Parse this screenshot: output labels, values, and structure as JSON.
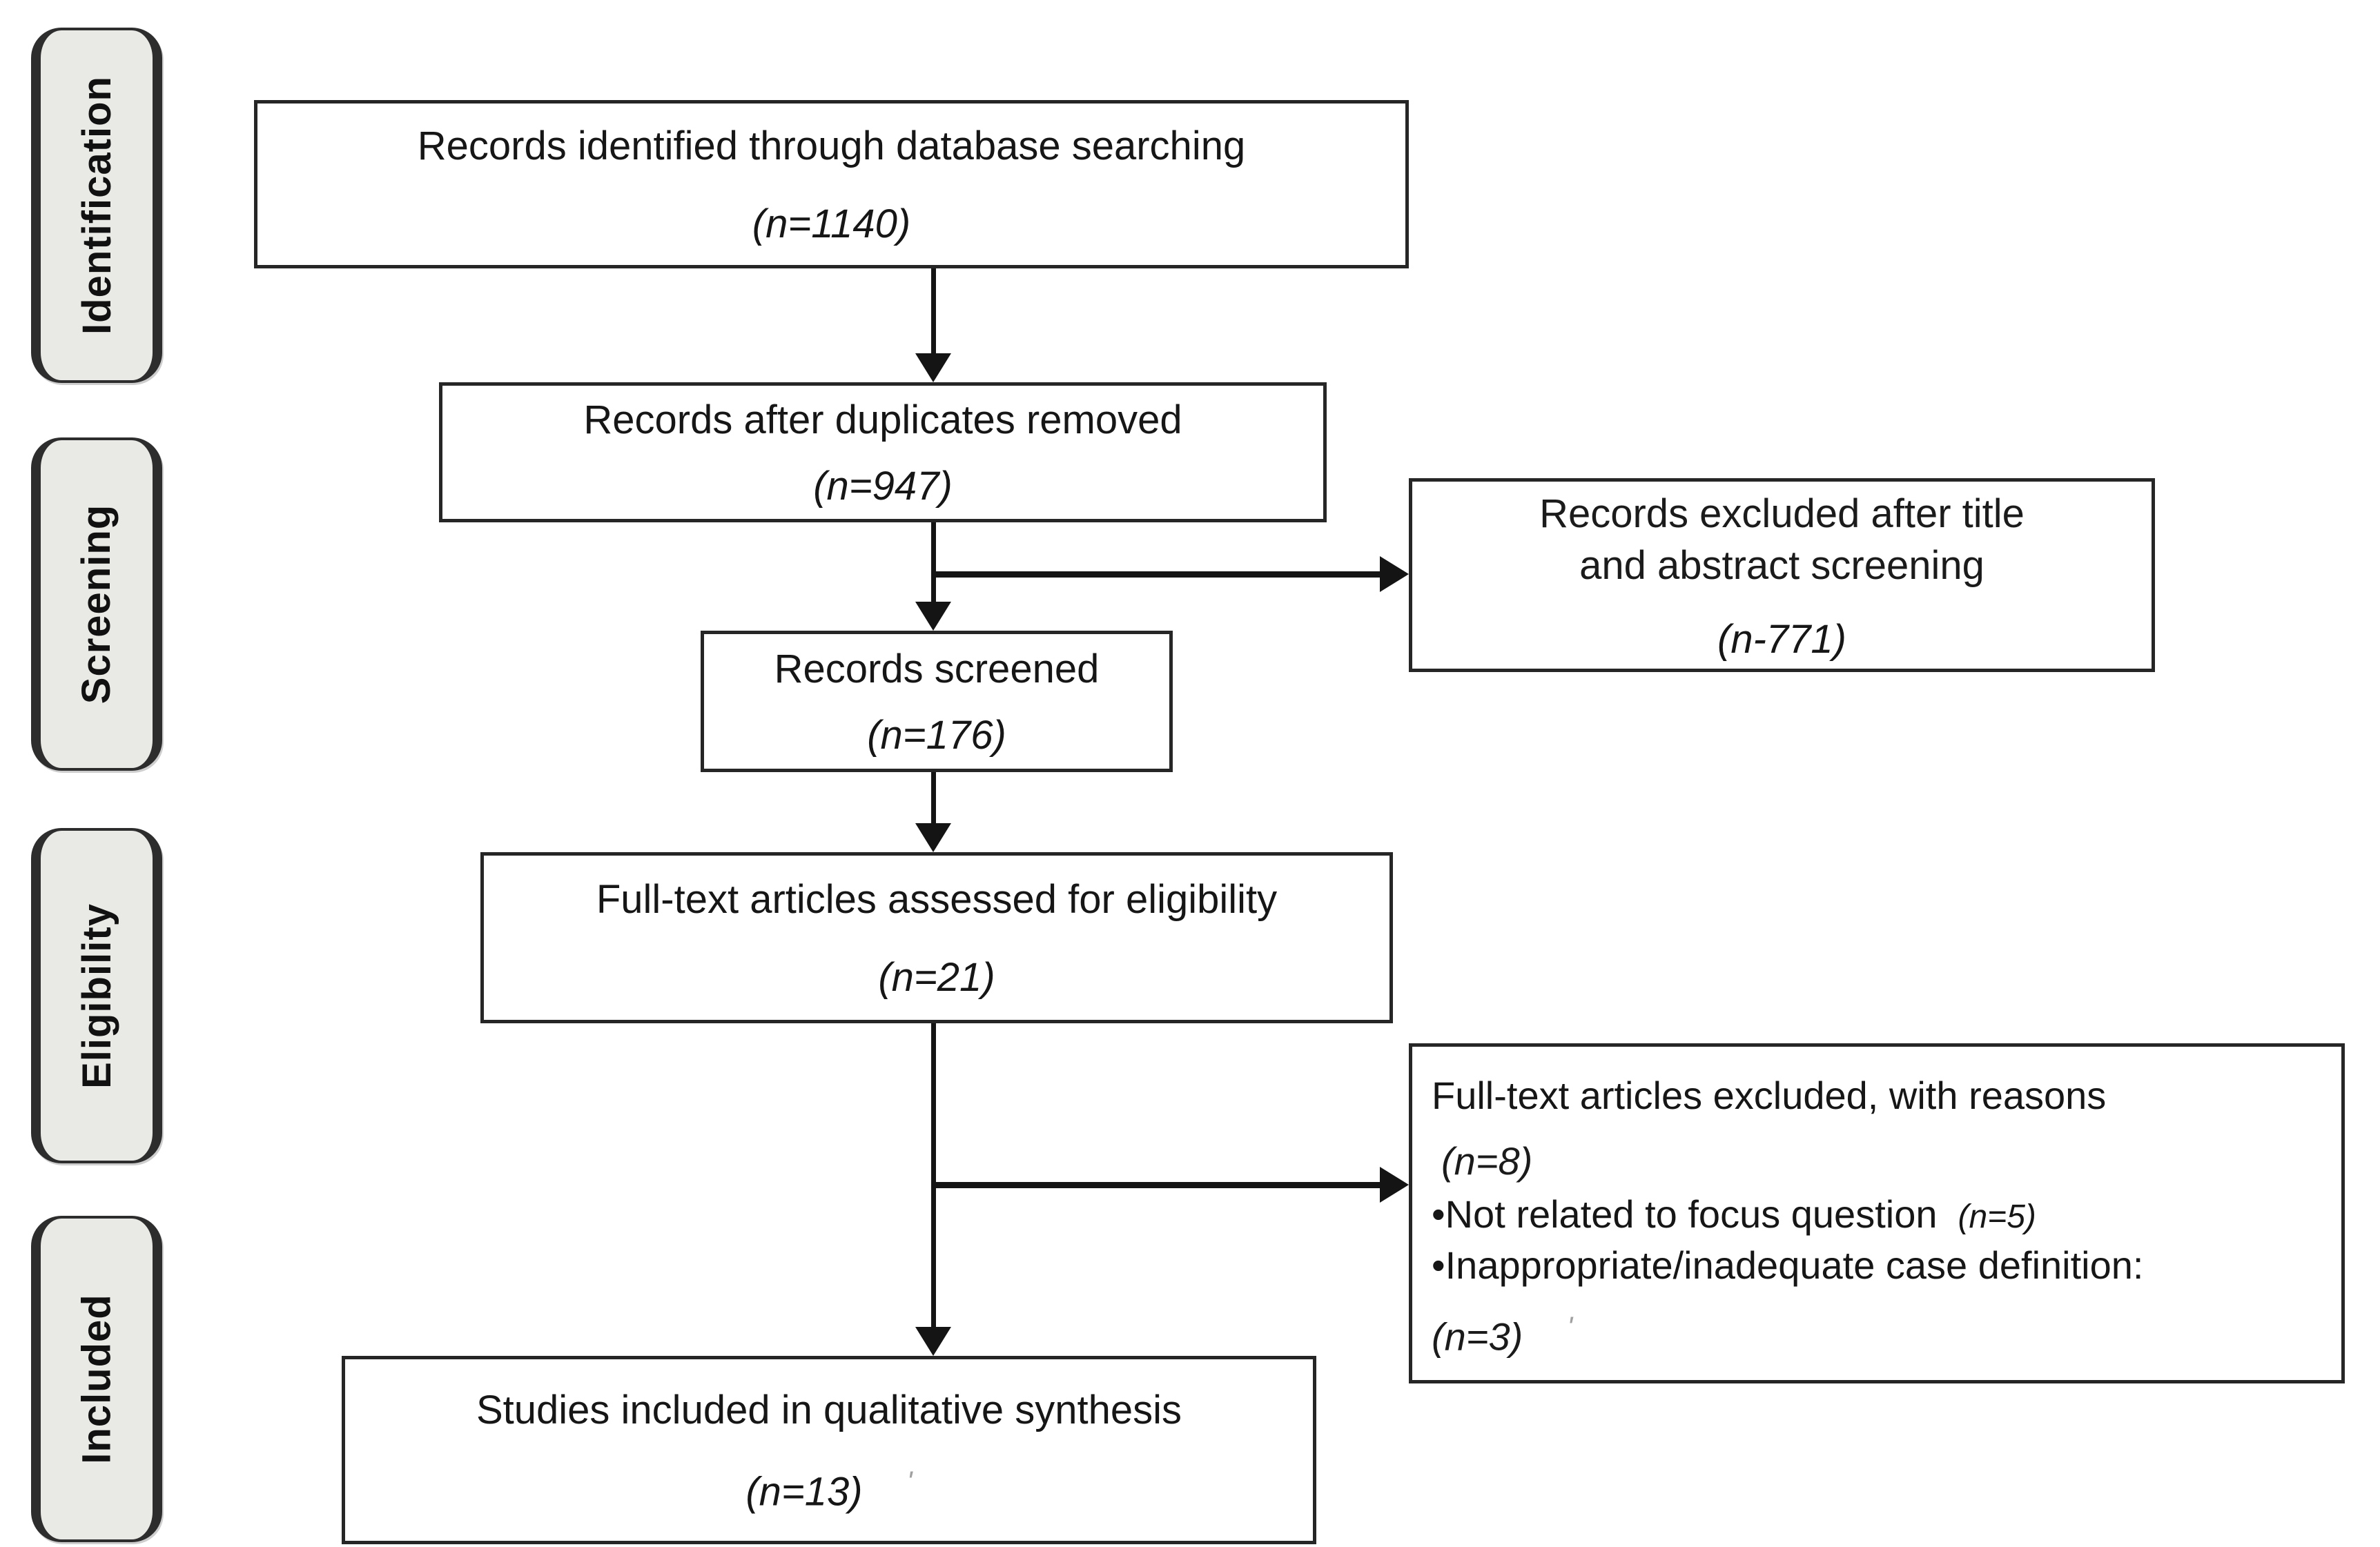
{
  "rail": {
    "items": [
      {
        "label": "Identification"
      },
      {
        "label": "Screening"
      },
      {
        "label": "Eligibility"
      },
      {
        "label": "Included"
      }
    ]
  },
  "flow": {
    "identified": {
      "label": "Records identified through database searching",
      "count": "(n=1140)"
    },
    "duplicates_removed": {
      "label": "Records after duplicates removed",
      "count": "(n=947)"
    },
    "screened": {
      "label": "Records screened",
      "count": "(n=176)"
    },
    "fulltext_assessed": {
      "label": "Full-text articles assessed for eligibility",
      "count": "(n=21)"
    },
    "studies_included": {
      "label": "Studies included in qualitative synthesis",
      "count": "(n=13)",
      "stray_mark": "'"
    }
  },
  "side": {
    "records_excluded": {
      "line1": "Records excluded after title",
      "line2": "and abstract screening",
      "count": "(n-771)"
    },
    "fulltext_excluded": {
      "title": "Full-text articles excluded, with reasons",
      "count": "(n=8)",
      "bullet": "•",
      "reasons": [
        {
          "text": "Not related to focus question",
          "count": "(n=5)"
        },
        {
          "text": "Inappropriate/inadequate case definition:"
        }
      ],
      "final_count": "(n=3)",
      "stray_mark": "'"
    }
  },
  "colors": {
    "background": "#ffffff",
    "box_border": "#262626",
    "rail_fill": "#e9e9e6",
    "arrow": "#141414",
    "stray_mark": "#a0a0a0"
  }
}
